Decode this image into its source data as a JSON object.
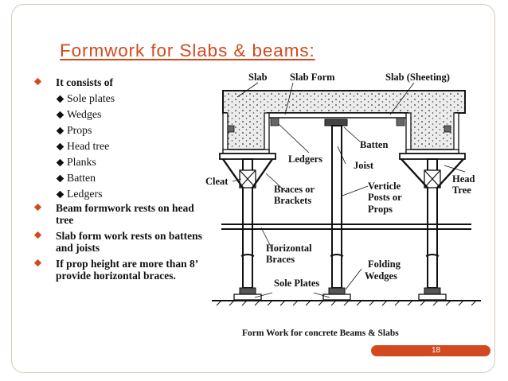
{
  "slide": {
    "title": "Formwork for Slabs & beams:",
    "page_number": "18",
    "accent_color": "#d2491f"
  },
  "bullets": {
    "consists": "It consists of",
    "items": [
      "Sole plates",
      "Wedges",
      "Props",
      "Head tree",
      "Planks",
      "Batten",
      "Ledgers"
    ],
    "p2": "Beam formwork rests on head tree",
    "p3": "Slab form work rests on battens and joists",
    "p4": "If prop height are more than 8’ provide horizontal braces."
  },
  "figure": {
    "caption": "Form Work for concrete Beams & Slabs",
    "labels": {
      "slab": "Slab",
      "slab_form": "Slab Form",
      "slab_sheeting": "Slab (Sheeting)",
      "batten": "Batten",
      "ledgers": "Ledgers",
      "joist": "Joist",
      "cleat": "Cleat",
      "braces_1": "Braces or",
      "braces_2": "Brackets",
      "verticle_1": "Verticle",
      "verticle_2": "Posts or",
      "verticle_3": "Props",
      "head_1": "Head",
      "head_2": "Tree",
      "horizontal_1": "Horizontal",
      "horizontal_2": "Braces",
      "folding_1": "Folding",
      "folding_2": "Wedges",
      "sole_plates": "Sole Plates"
    }
  }
}
